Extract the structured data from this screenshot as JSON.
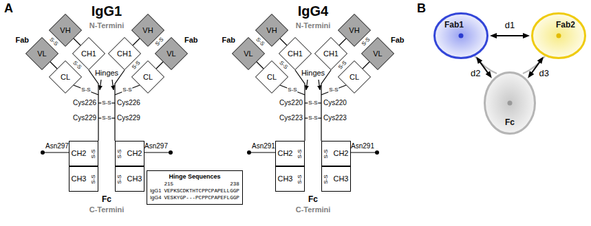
{
  "diagram": {
    "nodes": [
      {
        "text": [
          "VH"
        ]
      },
      {
        "text": [
          "VL"
        ]
      },
      {
        "text": [
          "CH1"
        ]
      },
      {
        "text": [
          "CL"
        ]
      },
      {
        "text": [
          "VH"
        ]
      },
      {
        "text": [
          "VL"
        ]
      },
      {
        "text": [
          "CH1"
        ]
      },
      {
        "text": [
          "CL"
        ]
      },
      {
        "text": [
          "CH2"
        ]
      },
      {
        "text": [
          "CH2"
        ]
      },
      {
        "text": [
          "CH3"
        ]
      },
      {
        "text": [
          "CH3"
        ]
      },
      {
        "text": [
          "Hinge Sequences",
          "215",
          "238",
          "IgG1",
          "VEPKSCDKTHTCPPCPAPELLGGP",
          "IgG4",
          "VESKYGP---PCPPCPAPEFLGGP"
        ]
      },
      {
        "text": [
          "VH"
        ]
      },
      {
        "text": [
          "VL"
        ]
      },
      {
        "text": [
          "CH1"
        ]
      },
      {
        "text": [
          "CL"
        ]
      },
      {
        "text": [
          "VH"
        ]
      },
      {
        "text": [
          "VL"
        ]
      },
      {
        "text": [
          "CH1"
        ]
      },
      {
        "text": [
          "CL"
        ]
      },
      {
        "text": [
          "CH2"
        ]
      },
      {
        "text": [
          "CH2"
        ]
      },
      {
        "text": [
          "CH3"
        ]
      },
      {
        "text": [
          "CH3"
        ]
      },
      {
        "text": [
          "Fab1"
        ]
      },
      {
        "text": [
          "Fab2"
        ]
      },
      {
        "text": [
          "Fc"
        ]
      }
    ],
    "edges": [
      {
        "from": 25,
        "to": 26,
        "arrow": "both",
        "label": "d1"
      },
      {
        "from": 25,
        "to": 27,
        "arrow": "both",
        "label": "d2"
      },
      {
        "from": 26,
        "to": 27,
        "arrow": "both",
        "label": "d3"
      }
    ],
    "labels": [
      "A",
      "IgG1",
      "N-Termini",
      "Fab",
      "Fab",
      "Hinges",
      "S-S",
      "S-S",
      "S-S",
      "S-S",
      "S-S",
      "S-S",
      "S-S",
      "S-S",
      "Cys226",
      "Cys226",
      "Cys229",
      "Cys229",
      "S-S",
      "S-S",
      "S-S",
      "S-S",
      "Asn297",
      "Asn297",
      "Fc",
      "C-Termini",
      "IgG4",
      "N-Termini",
      "Fab",
      "Fab",
      "Hinges",
      "S-S",
      "S-S",
      "S-S",
      "S-S",
      "S-S",
      "S-S",
      "S-S",
      "S-S",
      "Cys220",
      "Cys220",
      "Cys223",
      "Cys223",
      "S-S",
      "S-S",
      "S-S",
      "S-S",
      "Asn291",
      "Asn291",
      "Fc",
      "C-Termini",
      "B"
    ]
  }
}
